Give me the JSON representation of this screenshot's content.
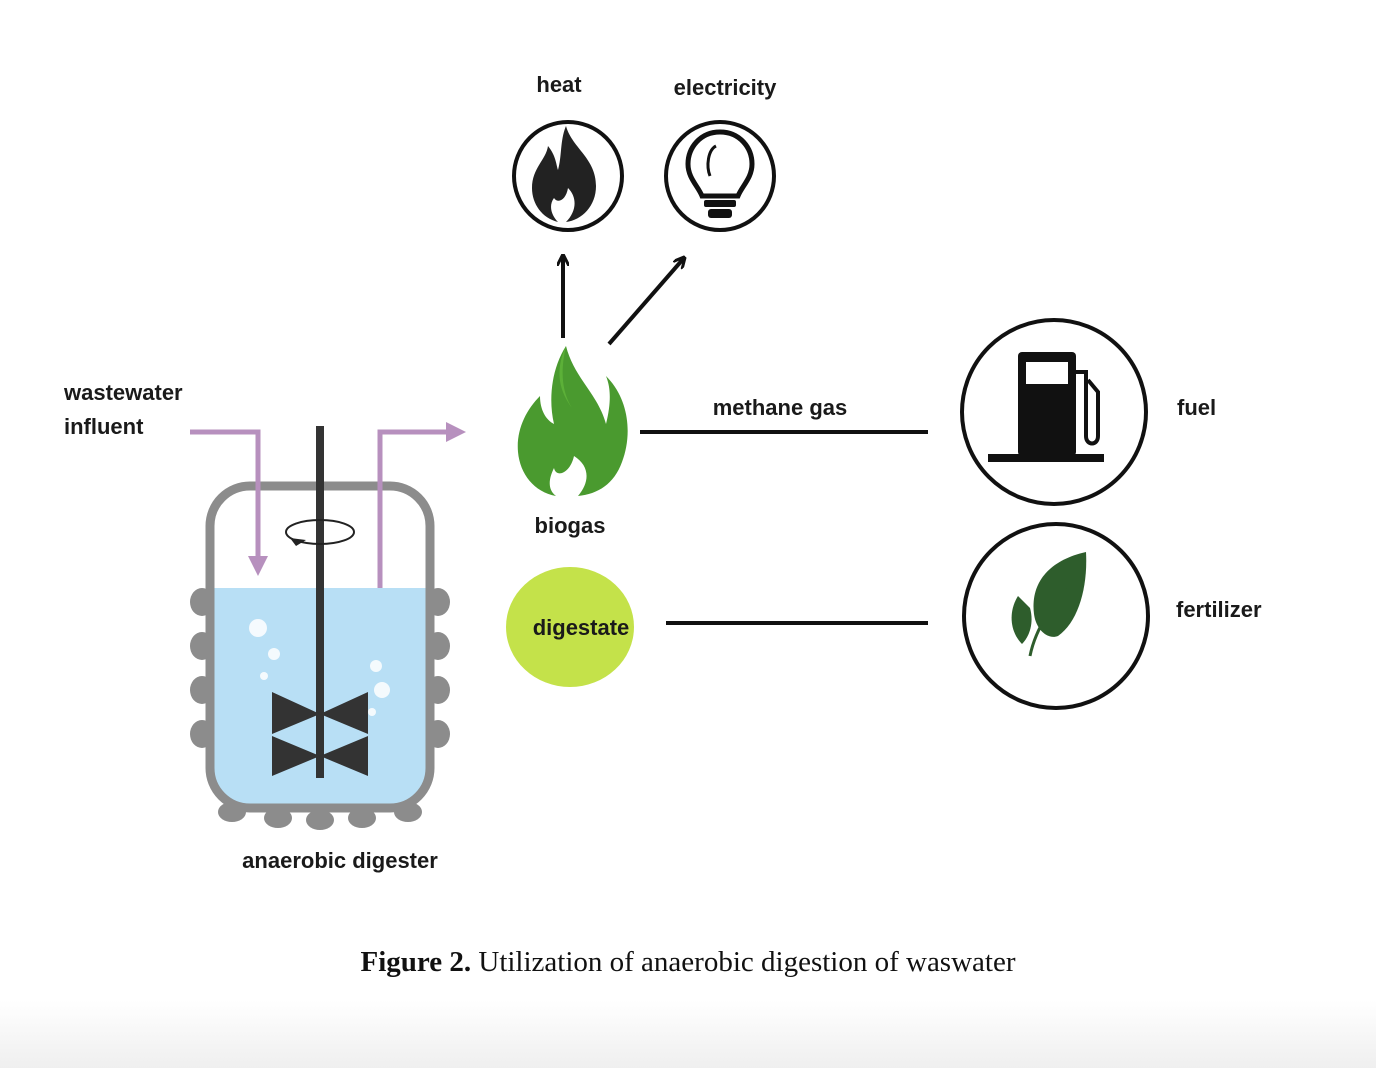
{
  "labels": {
    "heat": "heat",
    "electricity": "electricity",
    "wastewater_line1": "wastewater",
    "wastewater_line2": "influent",
    "methane_gas": "methane gas",
    "fuel": "fuel",
    "biogas": "biogas",
    "digestate": "digestate",
    "fertilizer": "fertilizer",
    "anaerobic_digester": "anaerobic digester"
  },
  "caption": {
    "prefix": "Figure 2.",
    "text": " Utilization of anaerobic digestion of waswater"
  },
  "colors": {
    "influent_pipe": "#b790be",
    "liquid": "#b8dff5",
    "tank_outline": "#8c8c8c",
    "shaft": "#333333",
    "flame_green": "#4a9a2f",
    "digestate_fill": "#c4e24a",
    "leaf": "#2e5d2c",
    "icon_black": "#111111"
  },
  "icons": [
    "fire-icon",
    "lightbulb-icon",
    "fuel-pump-icon",
    "leaf-icon",
    "green-flame-icon"
  ]
}
